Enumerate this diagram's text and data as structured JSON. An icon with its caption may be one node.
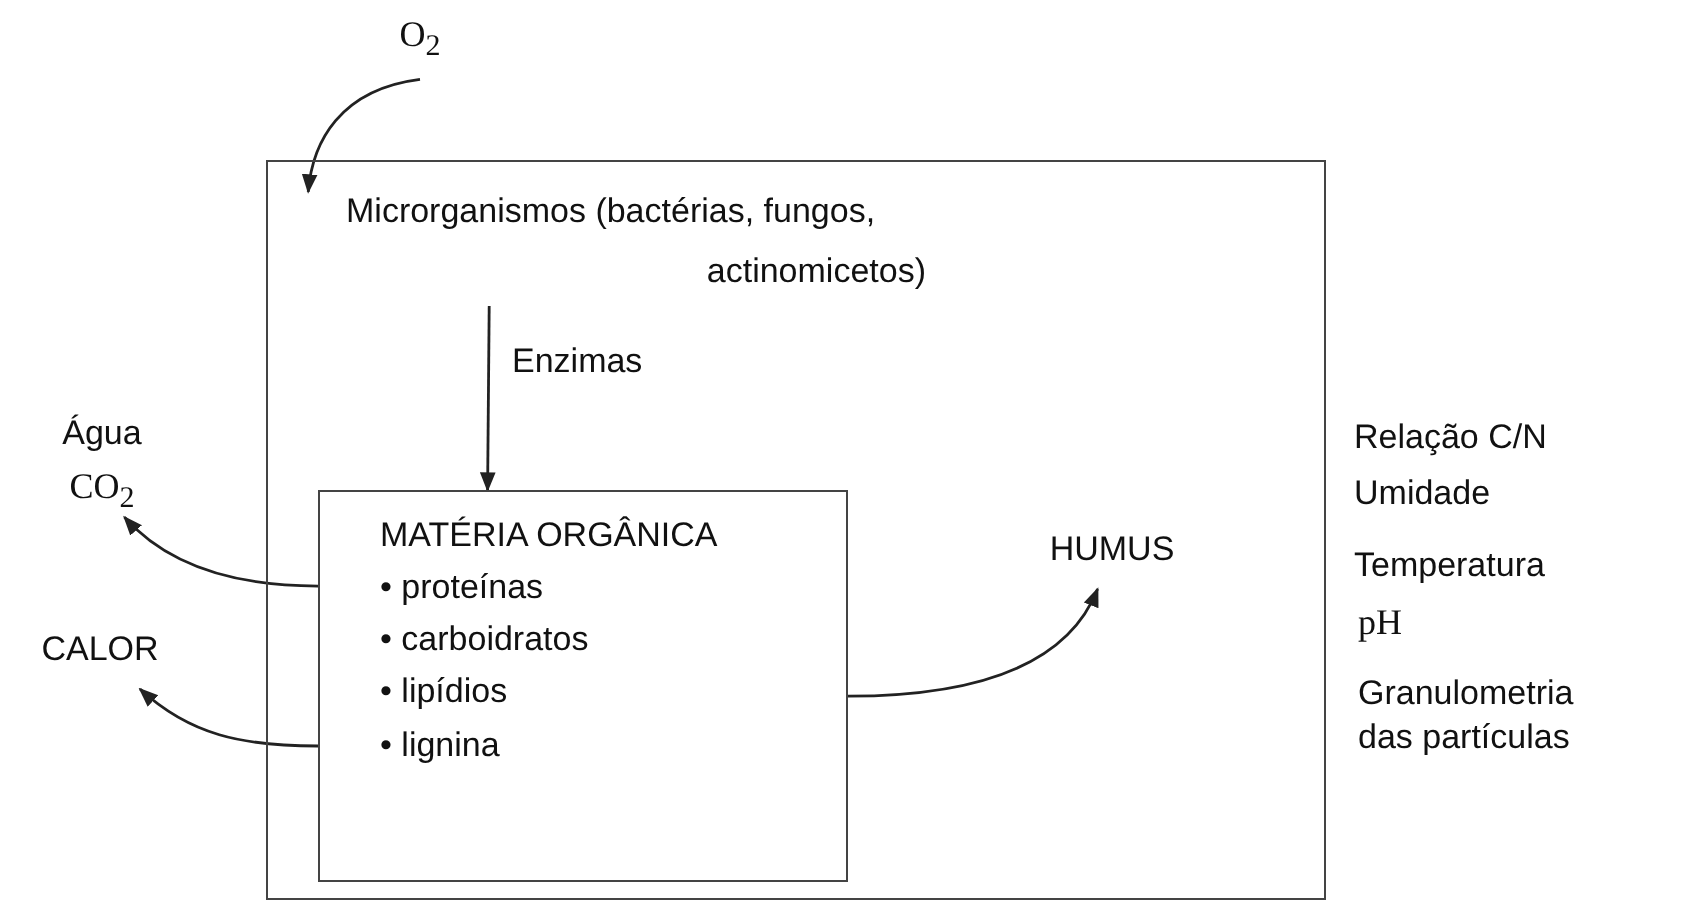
{
  "diagram": {
    "nodes": [
      {
        "text": [
          "O$_{2}$"
        ]
      },
      {
        "text": [],
        "shape": "box"
      },
      {
        "text": [
          "Microrganismos (bactérias, fungos, actinomicetos)"
        ],
        "in": 1
      },
      {
        "text": [
          "Água",
          "CO$_{2}$"
        ]
      },
      {
        "text": [
          "MATÉRIA ORGÂNICA",
          "• proteínas",
          "• carboidratos",
          "• lipídios",
          "• lignina"
        ],
        "in": 1
      },
      {
        "text": [
          "HUMUS"
        ],
        "in": 1
      },
      {
        "text": [
          "CALOR"
        ]
      }
    ],
    "edges": [
      {
        "from": 0,
        "to": 2,
        "arrow": "to"
      },
      {
        "from": 2,
        "to": 4,
        "arrow": "to",
        "label": "Enzimas"
      },
      {
        "from": 4,
        "to": 3,
        "arrow": "to"
      },
      {
        "from": 4,
        "to": 6,
        "arrow": "to"
      },
      {
        "from": 4,
        "to": 5,
        "arrow": "to"
      }
    ],
    "labels": [
      "Relação C/N",
      "Umidade",
      "Temperatura",
      "pH",
      "Granulometria das partículas"
    ]
  }
}
